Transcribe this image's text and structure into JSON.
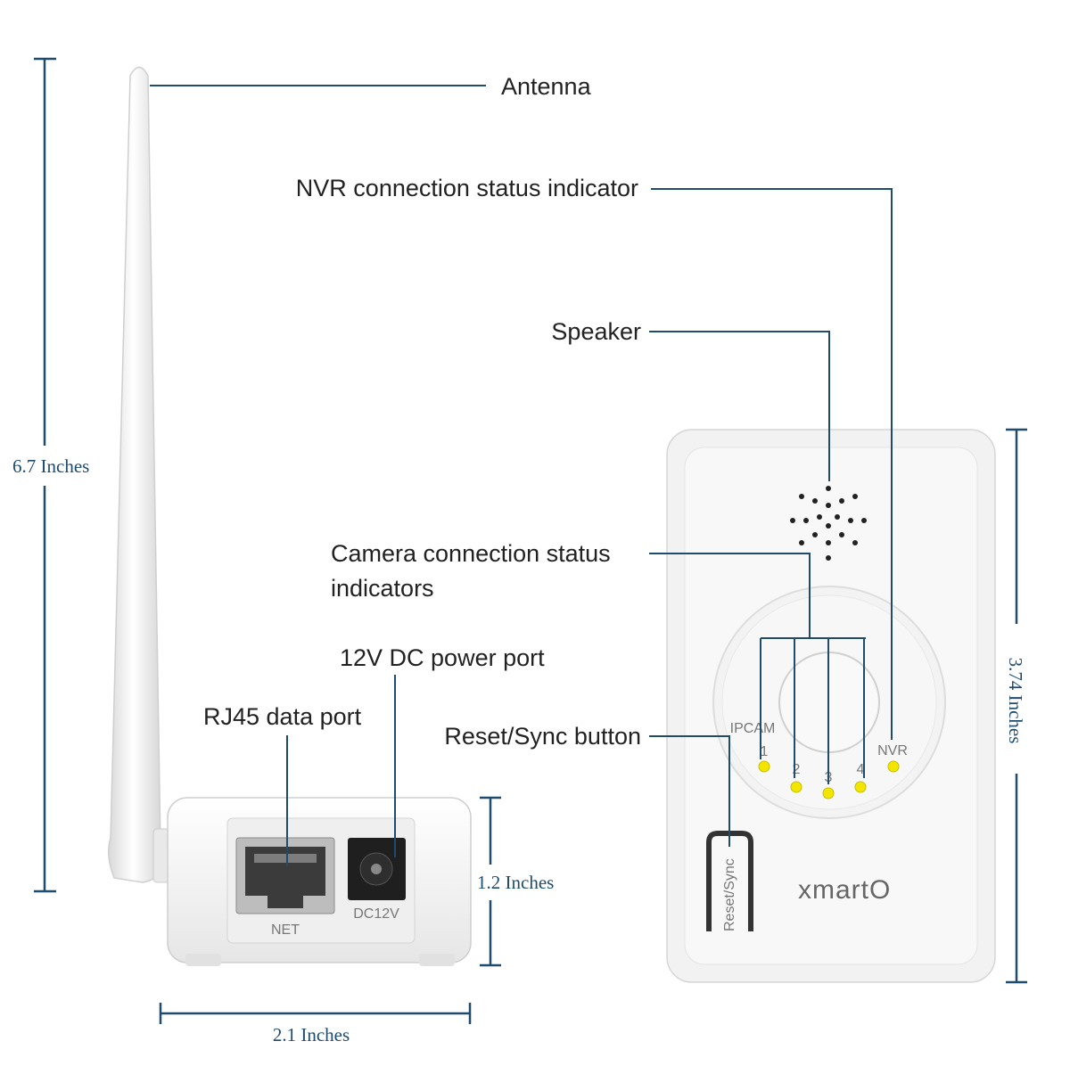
{
  "callouts": {
    "antenna": "Antenna",
    "nvr_indicator": "NVR connection status indicator",
    "speaker": "Speaker",
    "camera_indicators_line1": "Camera connection status",
    "camera_indicators_line2": "indicators",
    "power_port": "12V DC power port",
    "rj45_port": "RJ45 data port",
    "reset_button": "Reset/Sync button"
  },
  "dimensions": {
    "total_height": "6.7 Inches",
    "base_height": "1.2 Inches",
    "base_width": "2.1 Inches",
    "panel_height": "3.74 Inches"
  },
  "device_labels": {
    "ipcam": "IPCAM",
    "nvr": "NVR",
    "led_1": "1",
    "led_2": "2",
    "led_3": "3",
    "led_4": "4",
    "reset_sync": "Reset/Sync",
    "brand": "xmartO",
    "port_net": "NET",
    "port_dc": "DC12V"
  },
  "colors": {
    "annotation_line": "#1f4b6e",
    "led": "#f2e600",
    "device_body": "#f4f4f4"
  }
}
